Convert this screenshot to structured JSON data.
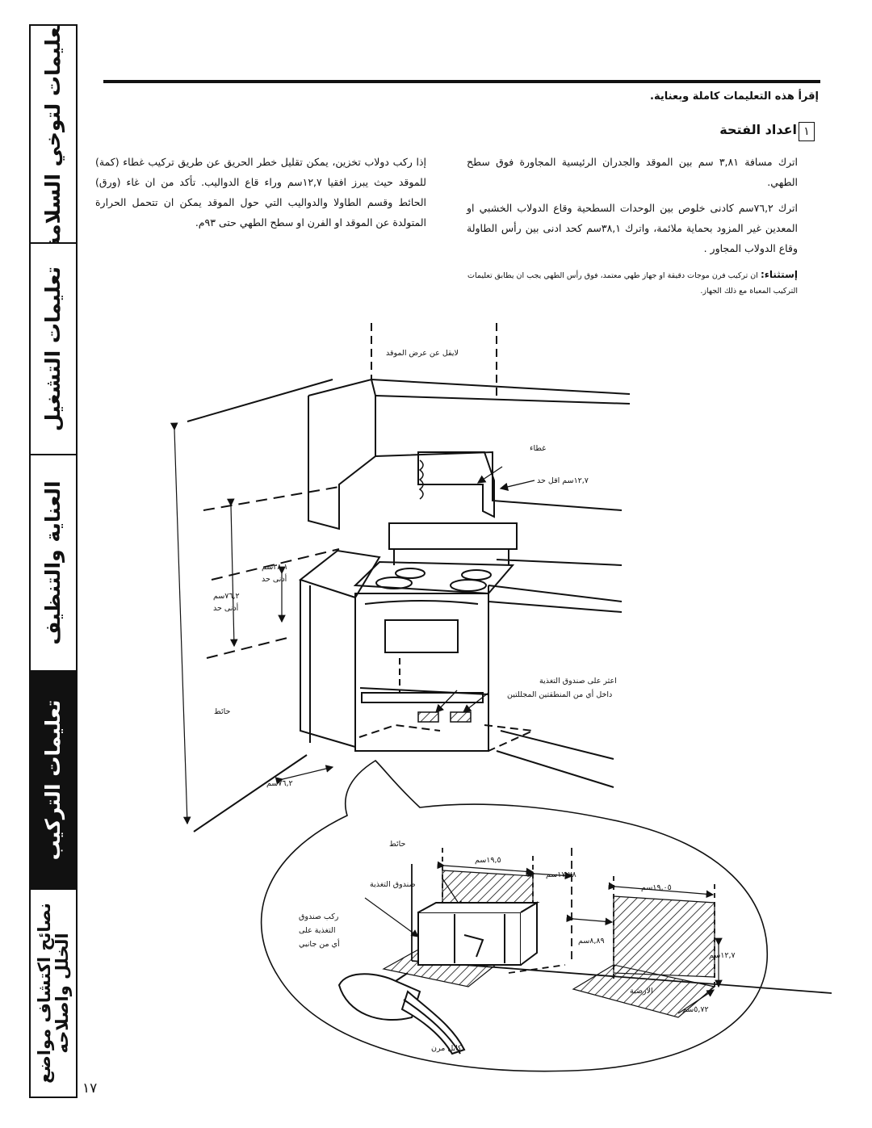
{
  "sidebar": {
    "tabs": [
      {
        "label": "تعليمات لتوخي السلامة",
        "active": false
      },
      {
        "label": "تعليمات التشغيل",
        "active": false
      },
      {
        "label": "العناية والتنظيف",
        "active": false
      },
      {
        "label": "تعليمات التركيب",
        "active": true
      },
      {
        "label": "نصائح اكتشاف مواضع الخلل واصلاحه",
        "active": false
      }
    ]
  },
  "page_number": "١٧",
  "header": "إقرأ هذه التعليمات كاملة وبعناية.",
  "section": {
    "number": "١",
    "title": "اعداد الفتحة"
  },
  "paragraphs": {
    "right_1": "اترك مسافة ٣,٨١ سم بين الموقد والجدران الرئيسية المجاورة فوق سطح الطهي.",
    "right_2": "اترك ٧٦,٢سم كادنى خلوص بين الوحدات السطحية وقاع الدولاب الخشبي او المعدين غير المزود بحماية ملائمة، واترك ٣٨,١سم كحد ادنى بين رأس الطاولة وقاع الدولاب المجاور .",
    "left": "إذا ركب دولاب تخزين، يمكن تقليل خطر الحريق عن طريق تركيب غطاء (كمة) للموقد حيث يبرز افقيا ١٢,٧سم وراء قاع الدواليب. تأكد من ان غاء (ورق) الحائط وقسم الطاولا والدواليب التي حول الموقد يمكن ان تتحمل الحرارة المتولدة عن الموقد او الفرن او سطح الطهي حتى ٩٣م."
  },
  "exception": {
    "label": "إستثناء:",
    "text": "ان تركيب فرن موجات دقيقة او جهاز طهي معتمد، فوق رأس الطهي يجب ان يطابق تعليمات التركيب المعباة مع ذلك الجهاز."
  },
  "diagram_labels": {
    "min_width": "لايقل عن عرض الموقد",
    "hood": "غطاء",
    "min_12_7": "١٢,٧سم اقل حد",
    "d38": "٣٨,١سم",
    "min1": "أدنى حد",
    "d76": "٧٦,٢سم",
    "min2": "أدنى حد",
    "wall1": "حائط",
    "find_box": "اعثر على صندوق التغذية",
    "inside_shaded": "داخل أي من المنطقتين المجللتين",
    "d76_floor": "٧٦,٢سم",
    "wall2": "حائط",
    "d19_5": "١٩,٥سم",
    "d17_78": "١٧,٧٨سم",
    "d19_05": "١٩,٠٥سم",
    "junction_box": "صندوق التغذية",
    "mount_1": "ركب صندوق",
    "mount_2": "التغذية على",
    "mount_3": "أي من جانبي",
    "d8_89": "٨,٨٩سم",
    "d12_7": "١٢,٧سم",
    "floor": "الارضية",
    "d5_72": "٥,٧٢سم",
    "flex_cable": "كابل مرن"
  }
}
